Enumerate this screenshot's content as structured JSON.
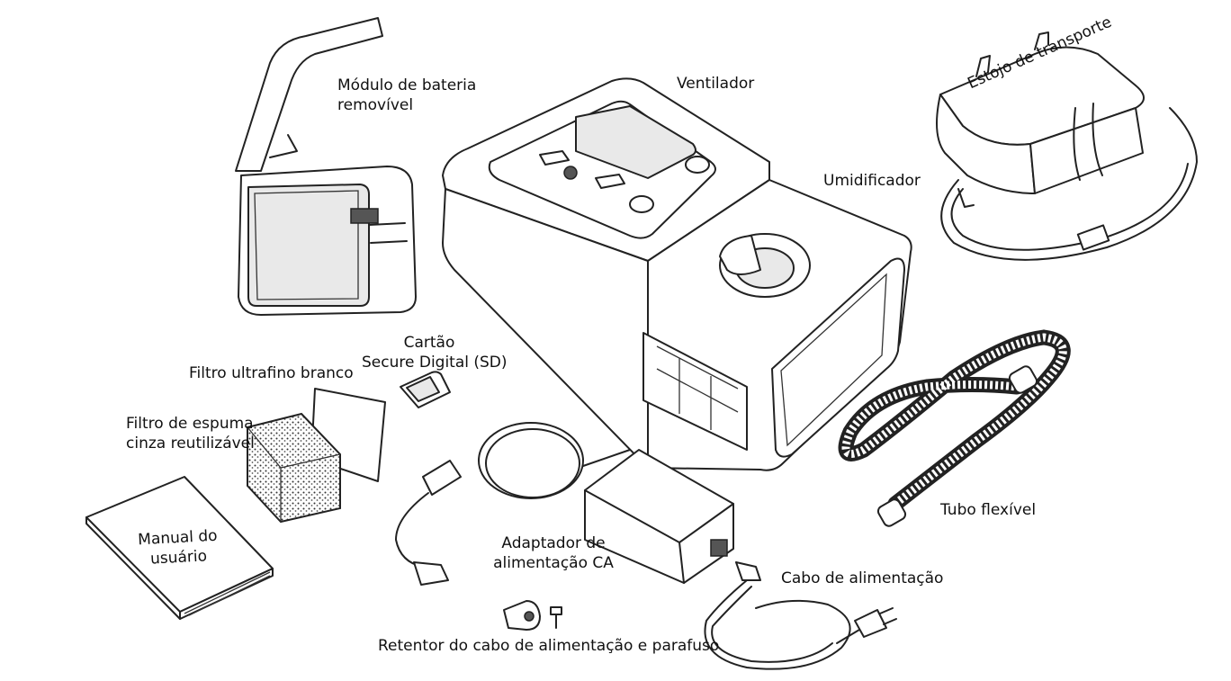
{
  "diagram": {
    "labels": {
      "battery": [
        "Módulo de bateria",
        "removível"
      ],
      "ventilator": "Ventilador",
      "humidifier": "Umidificador",
      "case": "Estojo de transporte",
      "sd_card": [
        "Cartão",
        "Secure Digital (SD)"
      ],
      "ultrafine_filter": "Filtro ultrafino branco",
      "foam_filter": [
        "Filtro de espuma",
        "cinza reutilizável"
      ],
      "manual": [
        "Manual do",
        "usuário"
      ],
      "ac_adapter": [
        "Adaptador de",
        "alimentação CA"
      ],
      "tubing": "Tubo flexível",
      "power_cord": "Cabo de alimentação",
      "retainer": "Retentor do cabo de alimentação e parafuso"
    },
    "components": [
      {
        "id": "battery-module",
        "icon": "battery-module-icon"
      },
      {
        "id": "ventilator",
        "icon": "ventilator-device-icon"
      },
      {
        "id": "humidifier",
        "icon": "humidifier-icon"
      },
      {
        "id": "carrying-case",
        "icon": "carrying-case-icon"
      },
      {
        "id": "sd-card",
        "icon": "sd-card-icon"
      },
      {
        "id": "ultrafine-filter",
        "icon": "ultrafine-filter-icon"
      },
      {
        "id": "foam-filter",
        "icon": "foam-filter-icon"
      },
      {
        "id": "user-manual",
        "icon": "manual-book-icon"
      },
      {
        "id": "ac-adapter",
        "icon": "ac-adapter-icon"
      },
      {
        "id": "flexible-tubing",
        "icon": "flexible-tube-icon"
      },
      {
        "id": "power-cord",
        "icon": "power-cord-icon"
      },
      {
        "id": "cord-retainer",
        "icon": "cord-retainer-icon"
      }
    ]
  }
}
